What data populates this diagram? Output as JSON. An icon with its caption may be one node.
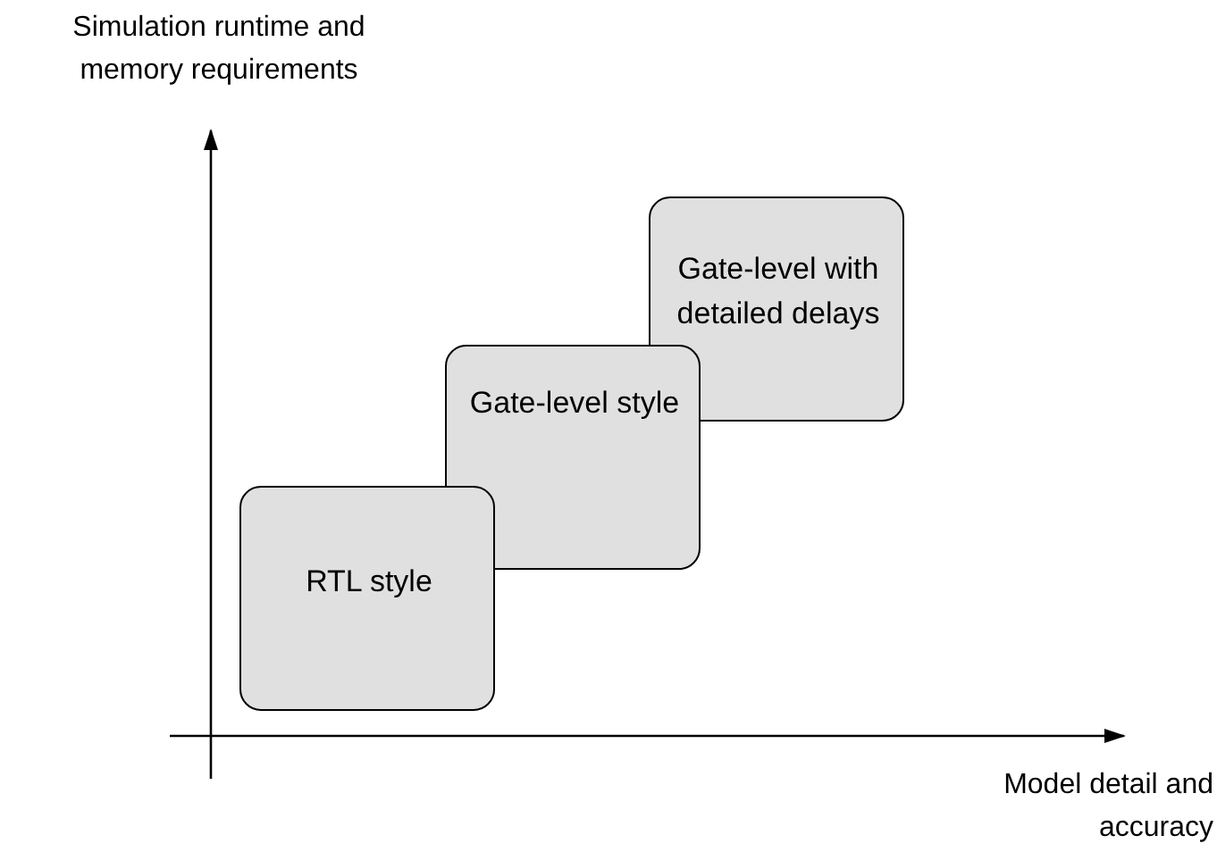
{
  "diagram": {
    "nodes": [
      {
        "text": [
          "RTL style"
        ]
      },
      {
        "text": [
          "Gate-level style"
        ]
      },
      {
        "text": [
          "Gate-level with detailed delays"
        ]
      }
    ],
    "labels": [
      "Simulation runtime and memory requirements",
      "Model detail and accuracy"
    ]
  }
}
